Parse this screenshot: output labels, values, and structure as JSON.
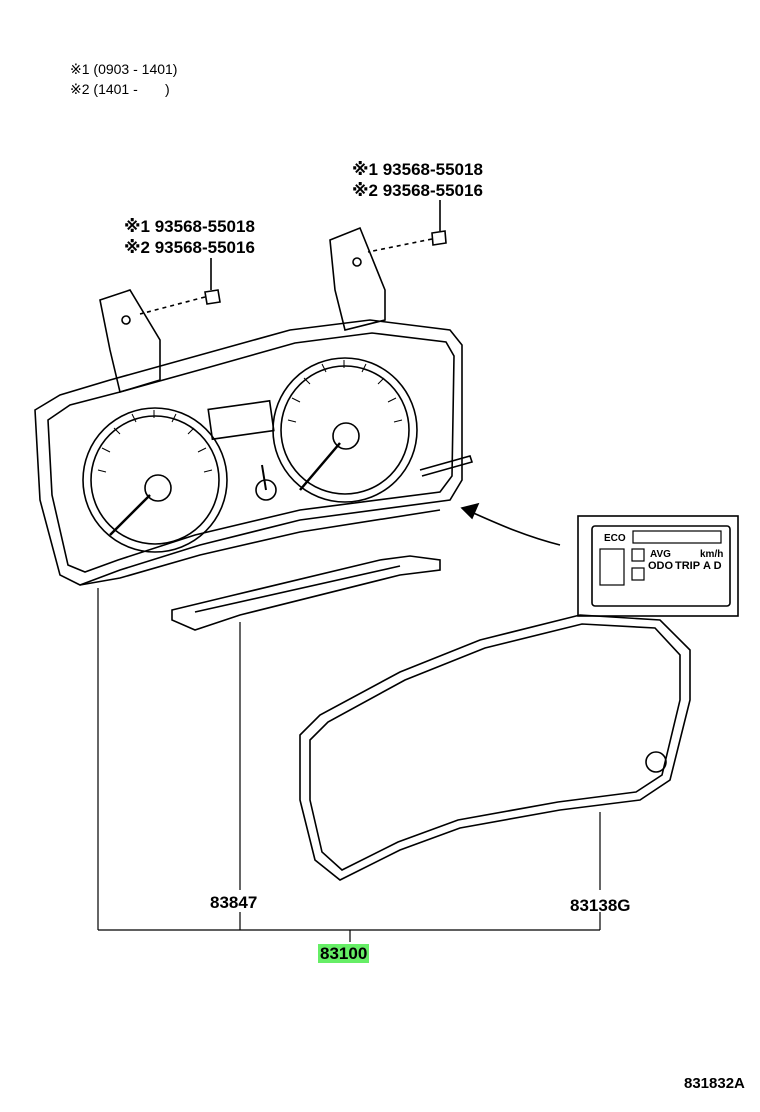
{
  "notes": [
    "※1 (0903 - 1401)",
    "※2 (1401 -       )"
  ],
  "screw_right": {
    "line1": "※1 93568-55018",
    "line2": "※2 93568-55016"
  },
  "screw_left": {
    "line1": "※1 93568-55018",
    "line2": "※2 93568-55016"
  },
  "parts": {
    "plate": "83847",
    "glass": "83138G",
    "assembly": "83100"
  },
  "display_inset": {
    "eco": "ECO",
    "avg": "AVG",
    "odo": "ODO",
    "trip": "TRIP",
    "unit": "km/h",
    "ad": "A D"
  },
  "diagram_ref": "831832A",
  "colors": {
    "highlight": "#66ee66",
    "line": "#000000"
  }
}
